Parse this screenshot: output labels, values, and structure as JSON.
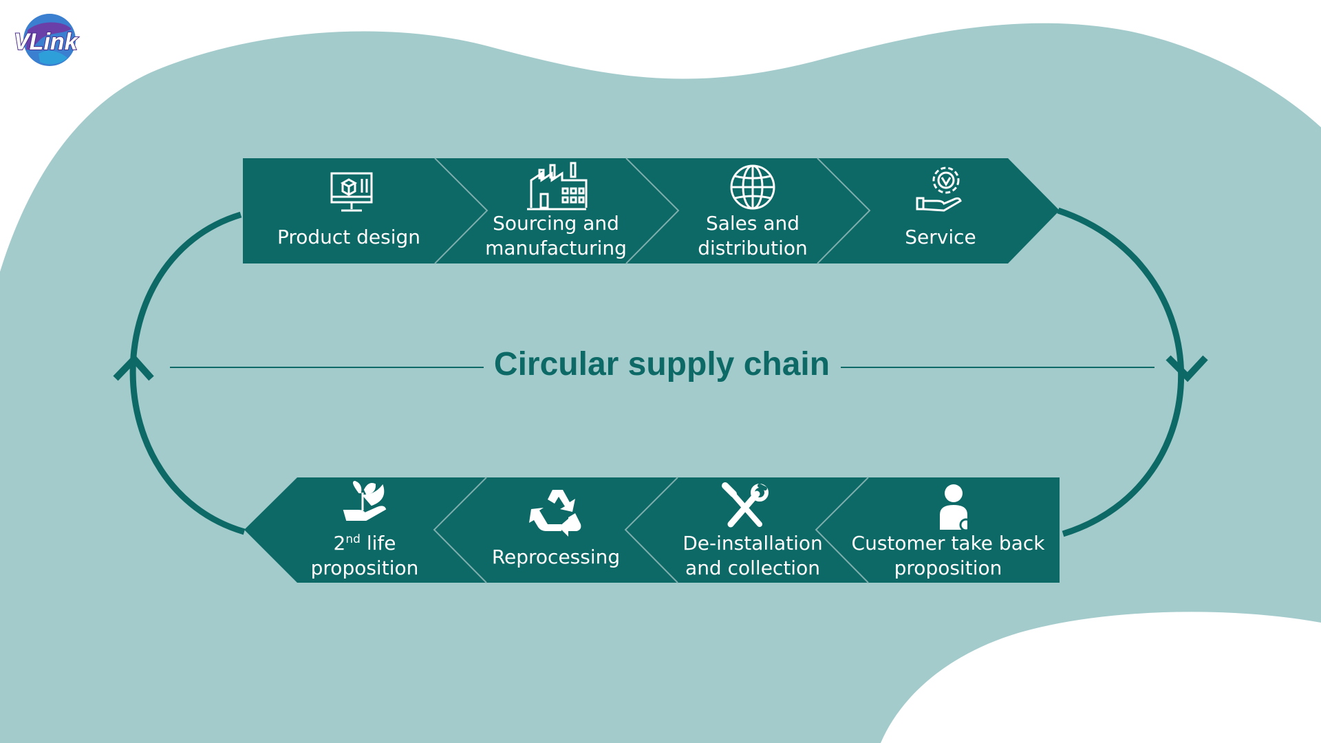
{
  "brand": {
    "logo_text": "VLink"
  },
  "title": "Circular supply chain",
  "top_steps": [
    {
      "lines": [
        "Product design"
      ],
      "icon": "computer-design-icon"
    },
    {
      "lines": [
        "Sourcing and",
        "manufacturing"
      ],
      "icon": "factory-icon"
    },
    {
      "lines": [
        "Sales and",
        "distribution"
      ],
      "icon": "globe-icon"
    },
    {
      "lines": [
        "Service"
      ],
      "icon": "gear-hand-icon"
    }
  ],
  "bottom_steps": [
    {
      "lines": [
        "2nd life",
        "proposition"
      ],
      "icon": "plant-hand-icon"
    },
    {
      "lines": [
        "Reprocessing"
      ],
      "icon": "recycle-icon"
    },
    {
      "lines": [
        "De-installation",
        "and collection"
      ],
      "icon": "tools-icon"
    },
    {
      "lines": [
        "Customer take back",
        "proposition"
      ],
      "icon": "person-return-icon"
    }
  ],
  "colors": {
    "background_blob": "#a4cbcc",
    "primary": "#0d6966",
    "divider": "#7eaead",
    "text_light": "#ffffff"
  }
}
